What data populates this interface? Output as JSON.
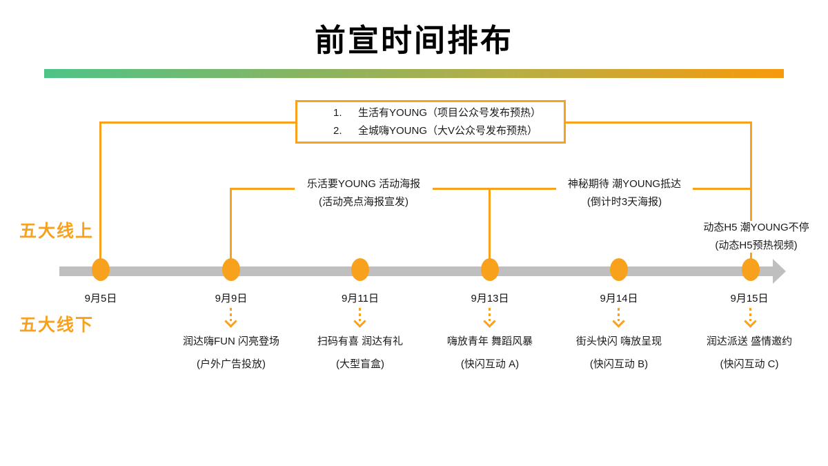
{
  "title": "前宣时间排布",
  "colors": {
    "accent": "#F8A11D",
    "timeline_gray": "#BFBFBF",
    "gradient_left": "#4FC387",
    "gradient_right": "#F79A0C"
  },
  "sections": {
    "online": "五大线上",
    "offline": "五大线下"
  },
  "callout": {
    "items": [
      {
        "num": "1.",
        "text": "生活有YOUNG（项目公众号发布预热）"
      },
      {
        "num": "2.",
        "text": "全城嗨YOUNG（大V公众号发布预热）"
      }
    ]
  },
  "online_callouts": [
    {
      "title": "乐活要YOUNG 活动海报",
      "subtitle": "(活动亮点海报宣发)"
    },
    {
      "title": "神秘期待 潮YOUNG抵达",
      "subtitle": "(倒计时3天海报)"
    },
    {
      "title": "动态H5 潮YOUNG不停",
      "subtitle": "(动态H5预热视频)"
    }
  ],
  "dates": [
    "9月5日",
    "9月9日",
    "9月11日",
    "9月13日",
    "9月14日",
    "9月15日"
  ],
  "offline_events": [
    {
      "title": "润达嗨FUN 闪亮登场",
      "subtitle": "(户外广告投放)"
    },
    {
      "title": "扫码有喜 润达有礼",
      "subtitle": "(大型盲盒)"
    },
    {
      "title": "嗨放青年 舞蹈风暴",
      "subtitle": "(快闪互动 A)"
    },
    {
      "title": "街头快闪 嗨放呈现",
      "subtitle": "(快闪互动 B)"
    },
    {
      "title": "润达派送 盛情邀约",
      "subtitle": "(快闪互动 C)"
    }
  ]
}
